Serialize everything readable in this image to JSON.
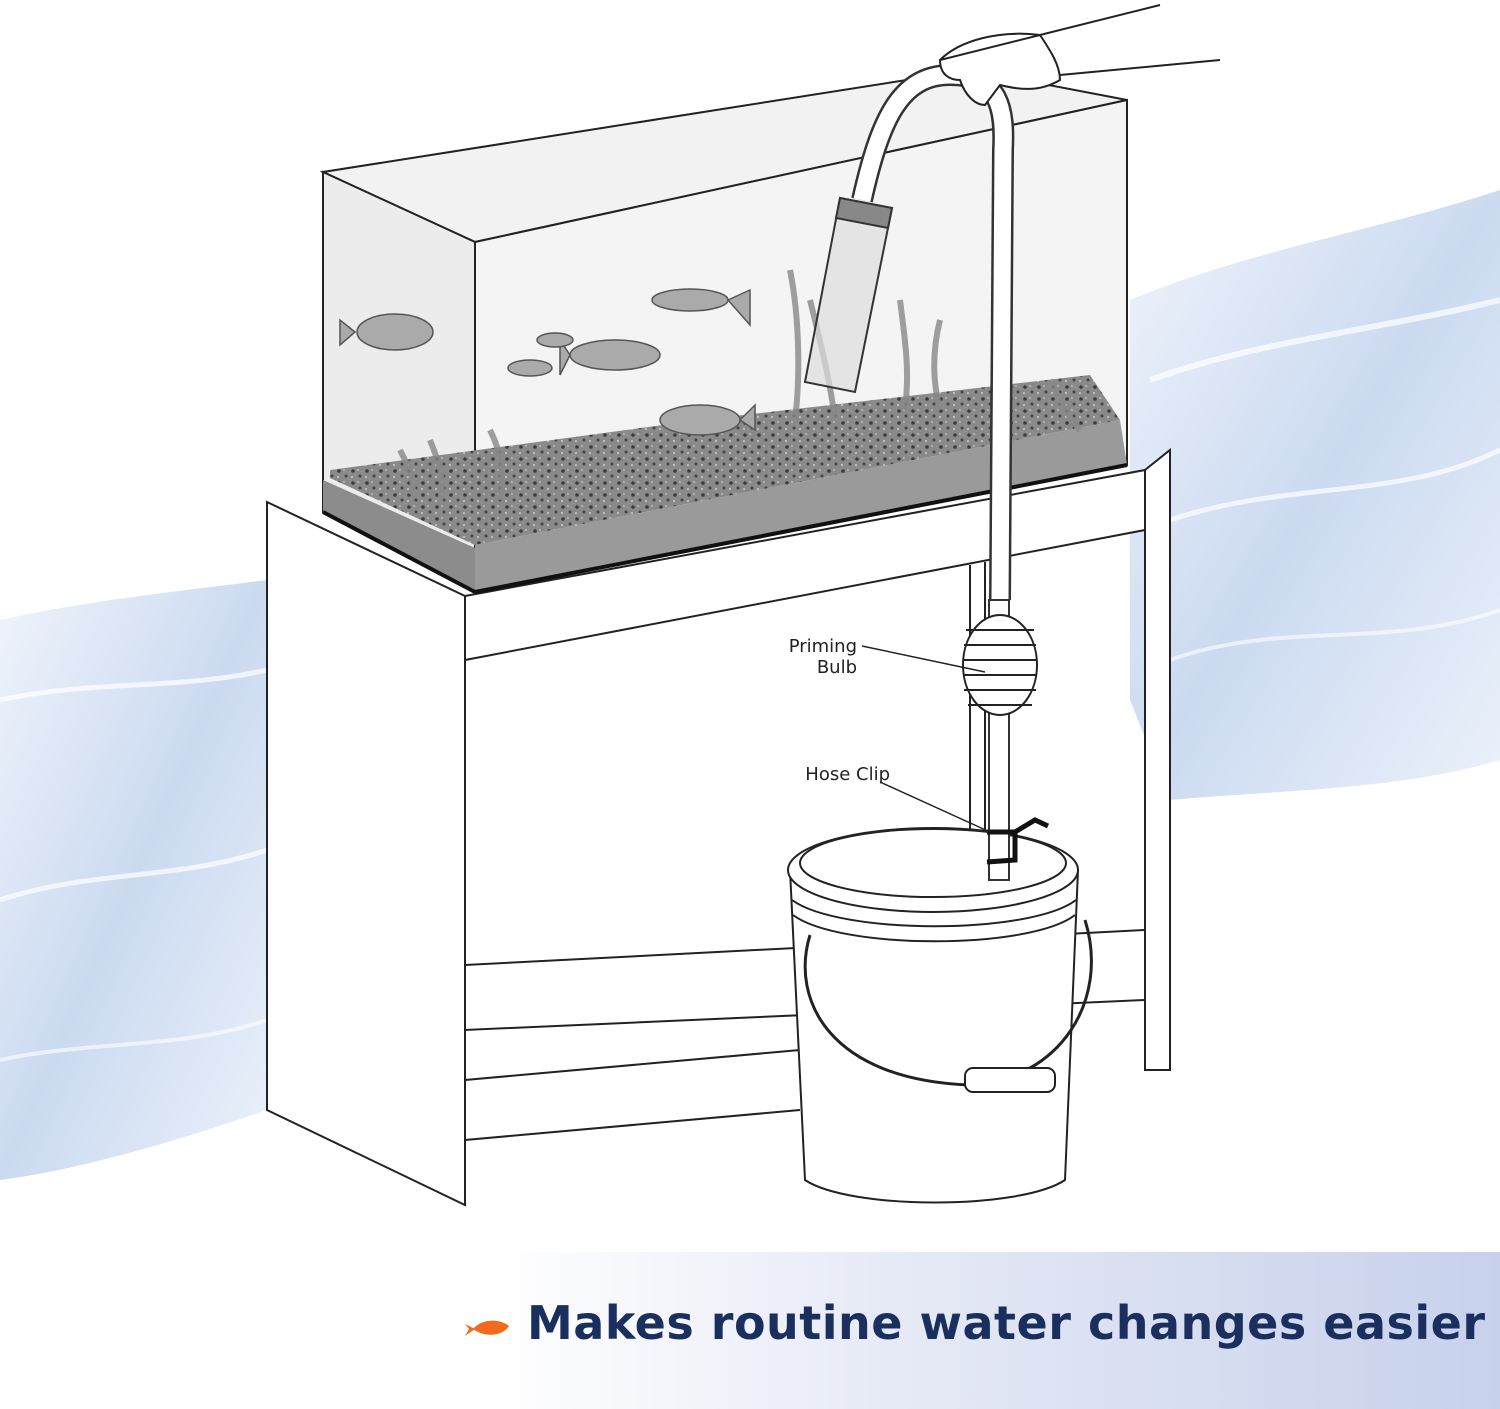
{
  "labels": {
    "priming_bulb_line1": "Priming",
    "priming_bulb_line2": "Bulb",
    "hose_clip": "Hose Clip"
  },
  "tagline": "Makes routine water changes easier",
  "colors": {
    "tagline": "#1b2f5e",
    "fish_icon": "#f26a1b",
    "water_background": "#c9d8f0",
    "banner_gradient_end": "#c7d1ec"
  }
}
